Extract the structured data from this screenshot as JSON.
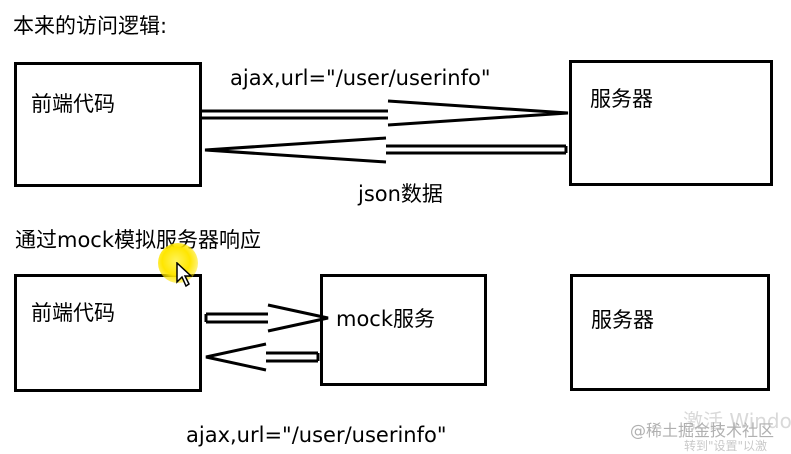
{
  "diagram": {
    "section1": {
      "title": "本来的访问逻辑:",
      "frontend_label": "前端代码",
      "server_label": "服务器",
      "request_label": "ajax,url=\"/user/userinfo\"",
      "response_label": "json数据"
    },
    "section2": {
      "title": "通过mock模拟服务器响应",
      "frontend_label": "前端代码",
      "mock_label": "mock服务",
      "server_label": "服务器",
      "request_label": "ajax,url=\"/user/userinfo\""
    }
  },
  "watermark": {
    "activate_text": "激活 Windo",
    "activate_sub": "转到\"设置\"以激",
    "site_text": "@稀土掘金技术社区"
  }
}
